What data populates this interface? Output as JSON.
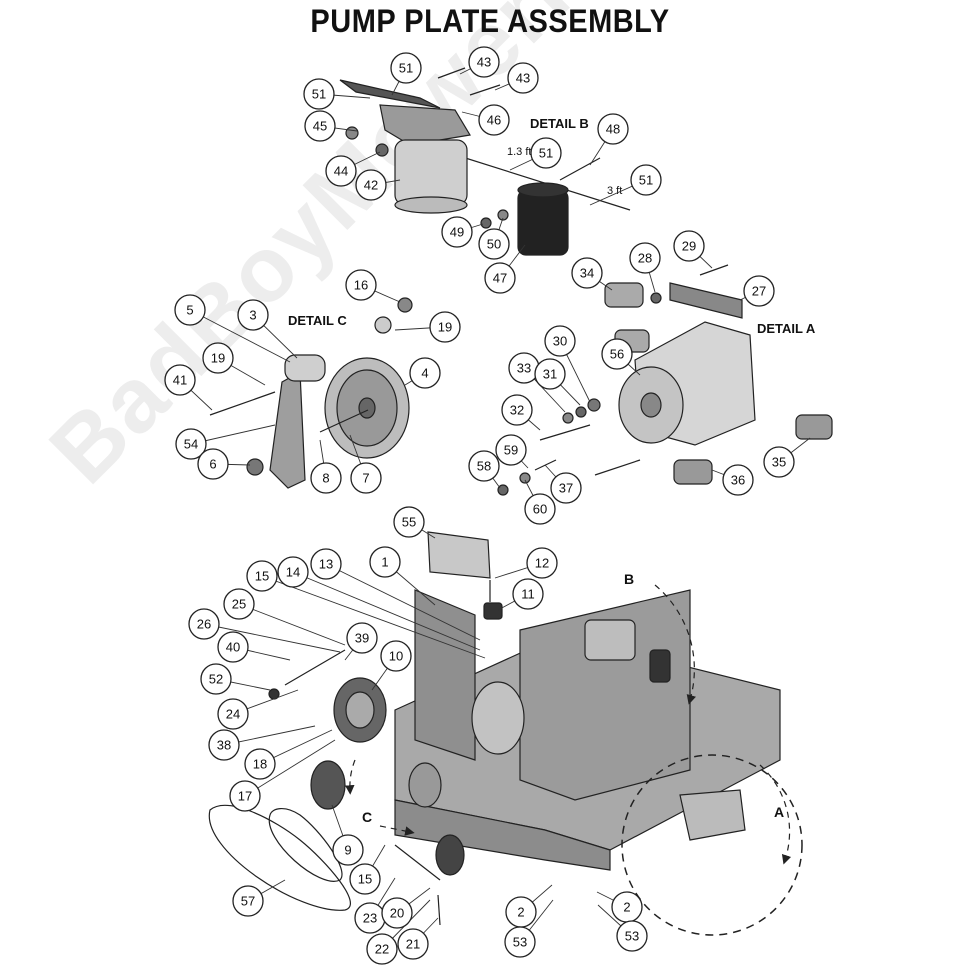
{
  "title": "PUMP PLATE ASSEMBLY",
  "watermark": "BadBoyMowerParts.com",
  "detail_labels": {
    "detail_a": "DETAIL A",
    "detail_b": "DETAIL B",
    "detail_c": "DETAIL C"
  },
  "length_labels": {
    "hose_short": "1.3 ft",
    "hose_long": "3 ft"
  },
  "view_arrows": {
    "a": "A",
    "b": "B",
    "c": "C"
  },
  "callouts": [
    "51",
    "43",
    "43",
    "51",
    "46",
    "45",
    "44",
    "42",
    "48",
    "51",
    "51",
    "49",
    "50",
    "47",
    "29",
    "28",
    "34",
    "27",
    "16",
    "19",
    "5",
    "3",
    "4",
    "19",
    "41",
    "54",
    "6",
    "8",
    "7",
    "30",
    "56",
    "33",
    "31",
    "32",
    "35",
    "59",
    "36",
    "58",
    "37",
    "60",
    "55",
    "12",
    "1",
    "13",
    "14",
    "15",
    "11",
    "25",
    "26",
    "39",
    "40",
    "10",
    "52",
    "24",
    "38",
    "18",
    "17",
    "9",
    "57",
    "15",
    "23",
    "20",
    "22",
    "21",
    "2",
    "53",
    "2",
    "53"
  ]
}
